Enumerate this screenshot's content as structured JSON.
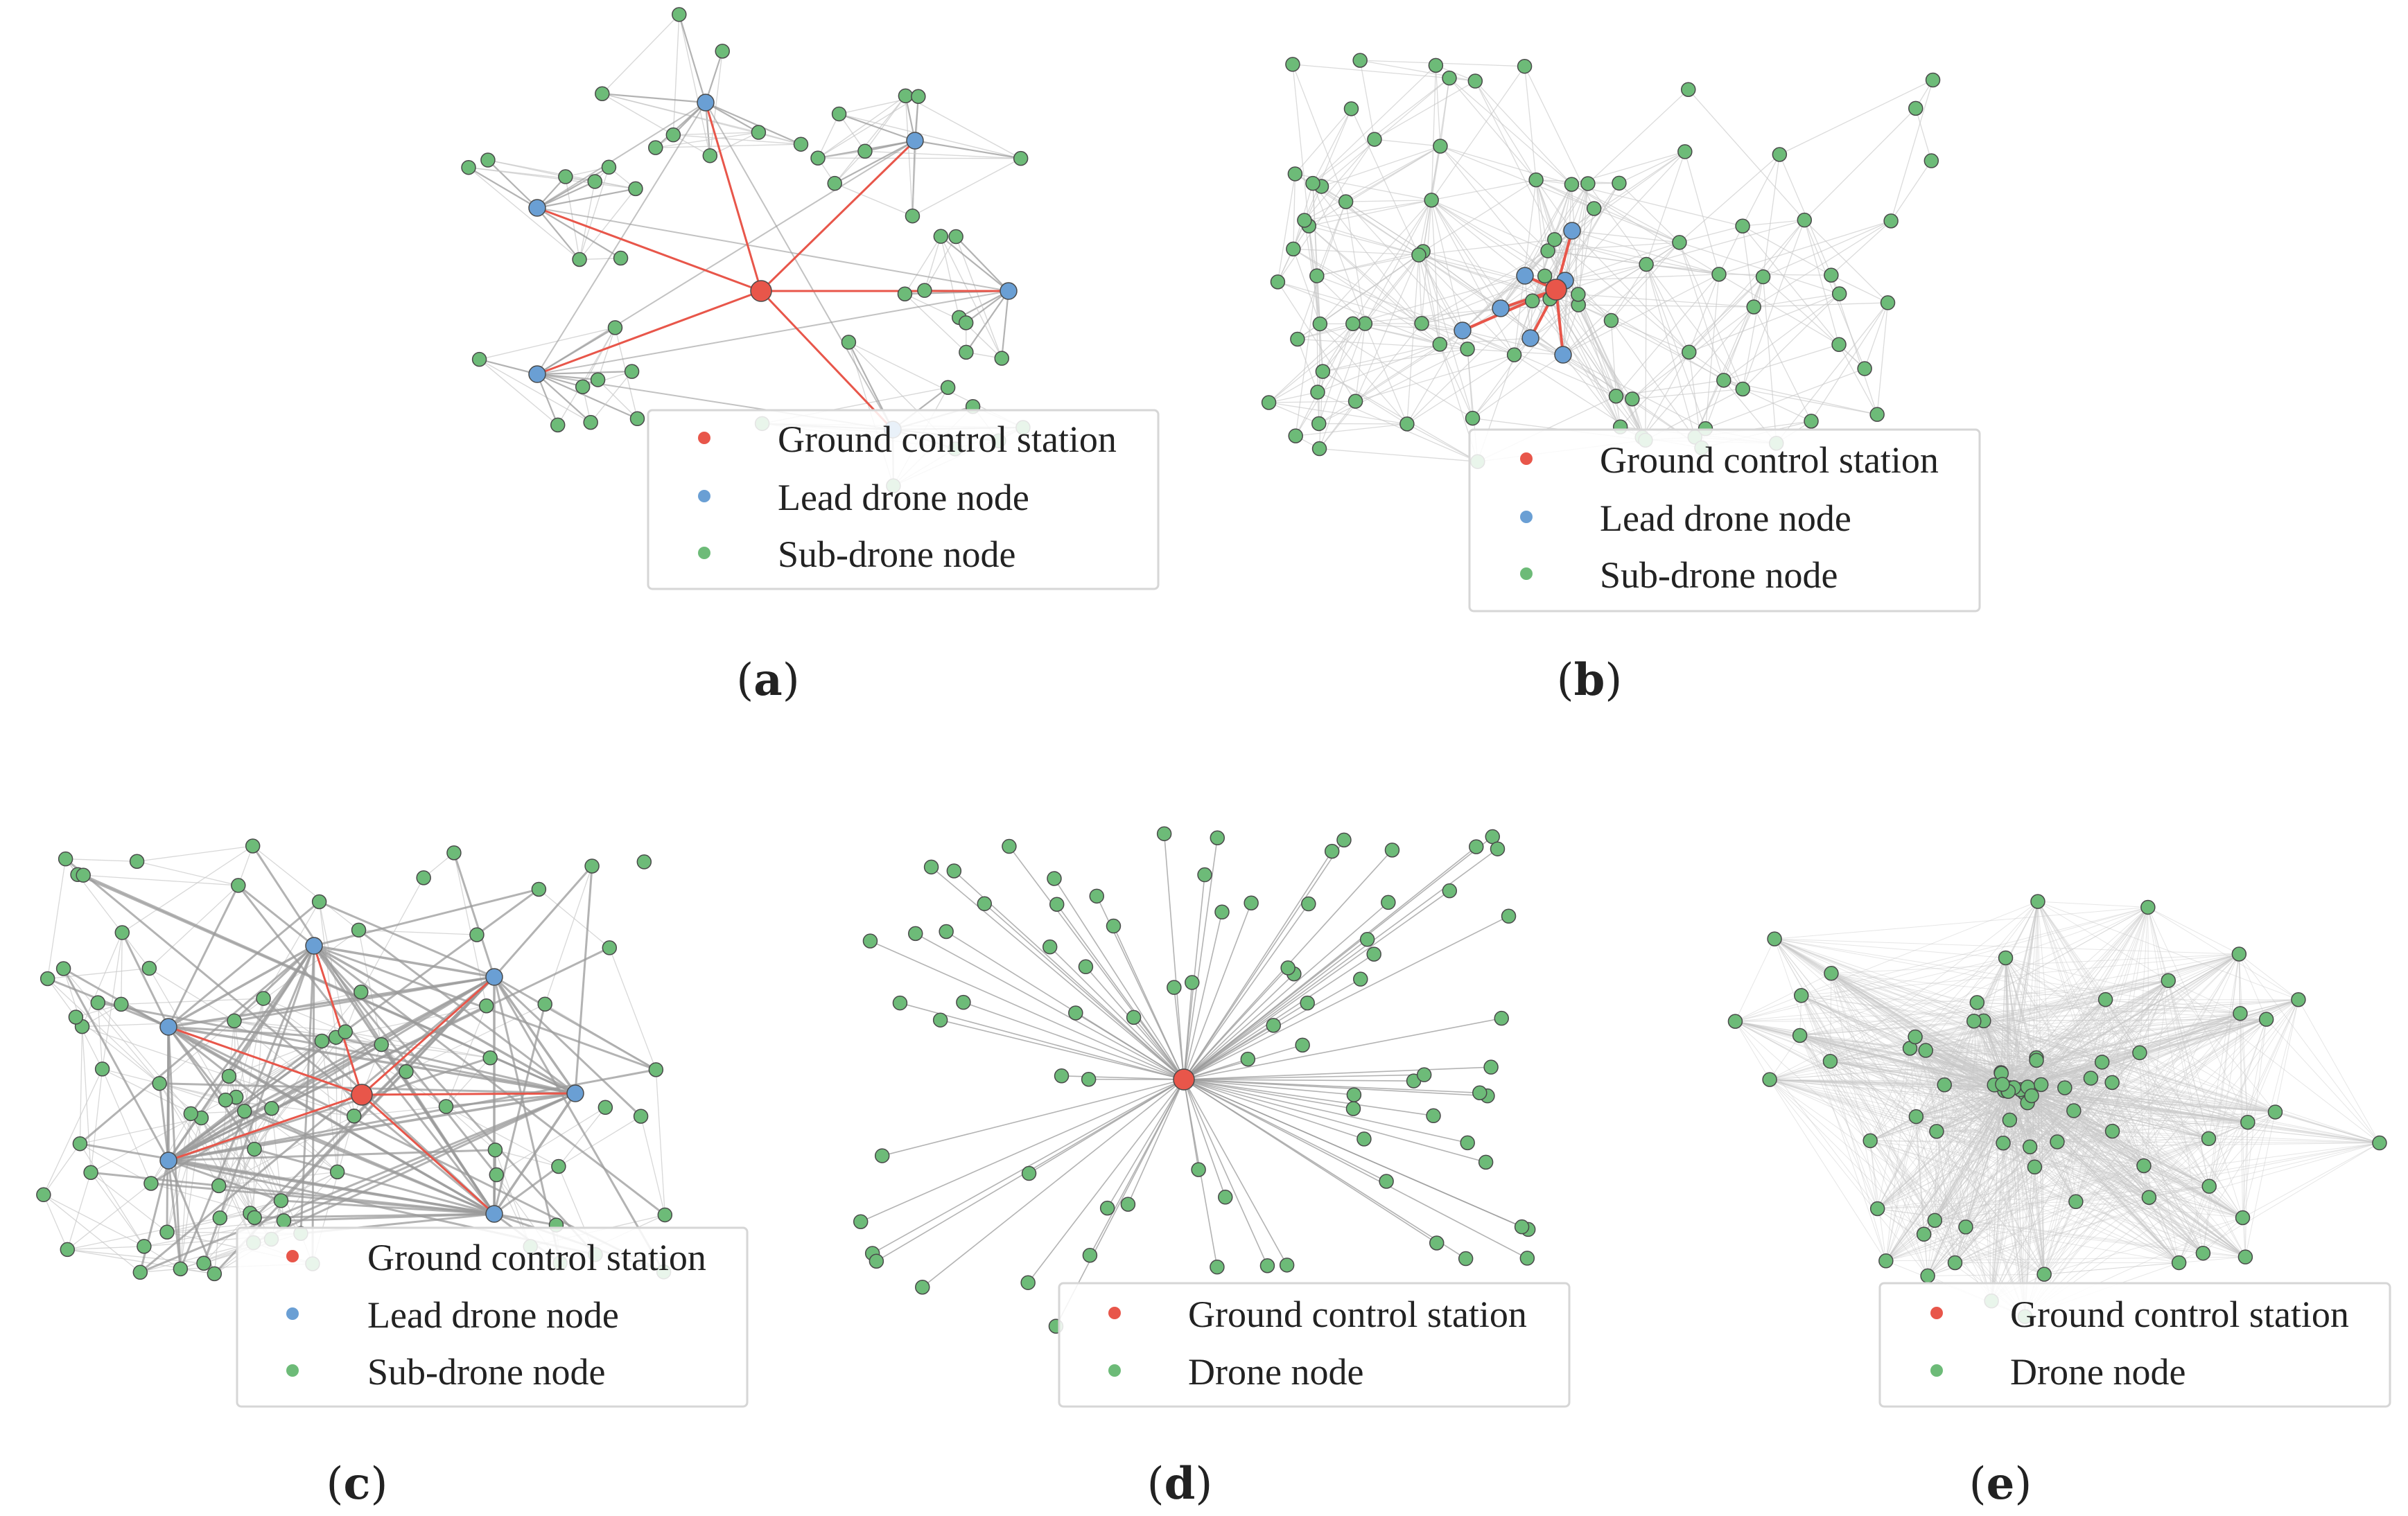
{
  "colors": {
    "ground_station": "#e8564a",
    "lead_drone": "#6a9fd4",
    "sub_drone": "#6dbb78",
    "node_outline": "#4a4a4a",
    "edge": "#9a9a9a",
    "edge_light": "#c8c8c8",
    "control_link": "#e8564a"
  },
  "panels": [
    {
      "id": "a",
      "caption": {
        "open": "(",
        "letter": "a",
        "close": ")"
      },
      "legend": [
        {
          "label": "Ground control station",
          "role": "ground_station"
        },
        {
          "label": "Lead drone node",
          "role": "lead_drone"
        },
        {
          "label": "Sub-drone node",
          "role": "sub_drone"
        }
      ]
    },
    {
      "id": "b",
      "caption": {
        "open": "(",
        "letter": "b",
        "close": ")"
      },
      "legend": [
        {
          "label": "Ground control station",
          "role": "ground_station"
        },
        {
          "label": "Lead drone node",
          "role": "lead_drone"
        },
        {
          "label": "Sub-drone node",
          "role": "sub_drone"
        }
      ]
    },
    {
      "id": "c",
      "caption": {
        "open": "(",
        "letter": "c",
        "close": ")"
      },
      "legend": [
        {
          "label": "Ground control station",
          "role": "ground_station"
        },
        {
          "label": "Lead drone node",
          "role": "lead_drone"
        },
        {
          "label": "Sub-drone node",
          "role": "sub_drone"
        }
      ]
    },
    {
      "id": "d",
      "caption": {
        "open": "(",
        "letter": "d",
        "close": ")"
      },
      "legend": [
        {
          "label": "Ground control station",
          "role": "ground_station"
        },
        {
          "label": "Drone node",
          "role": "sub_drone"
        }
      ]
    },
    {
      "id": "e",
      "caption": {
        "open": "(",
        "letter": "e",
        "close": ")"
      },
      "legend": [
        {
          "label": "Ground control station",
          "role": "ground_station"
        },
        {
          "label": "Drone node",
          "role": "sub_drone"
        }
      ]
    }
  ]
}
